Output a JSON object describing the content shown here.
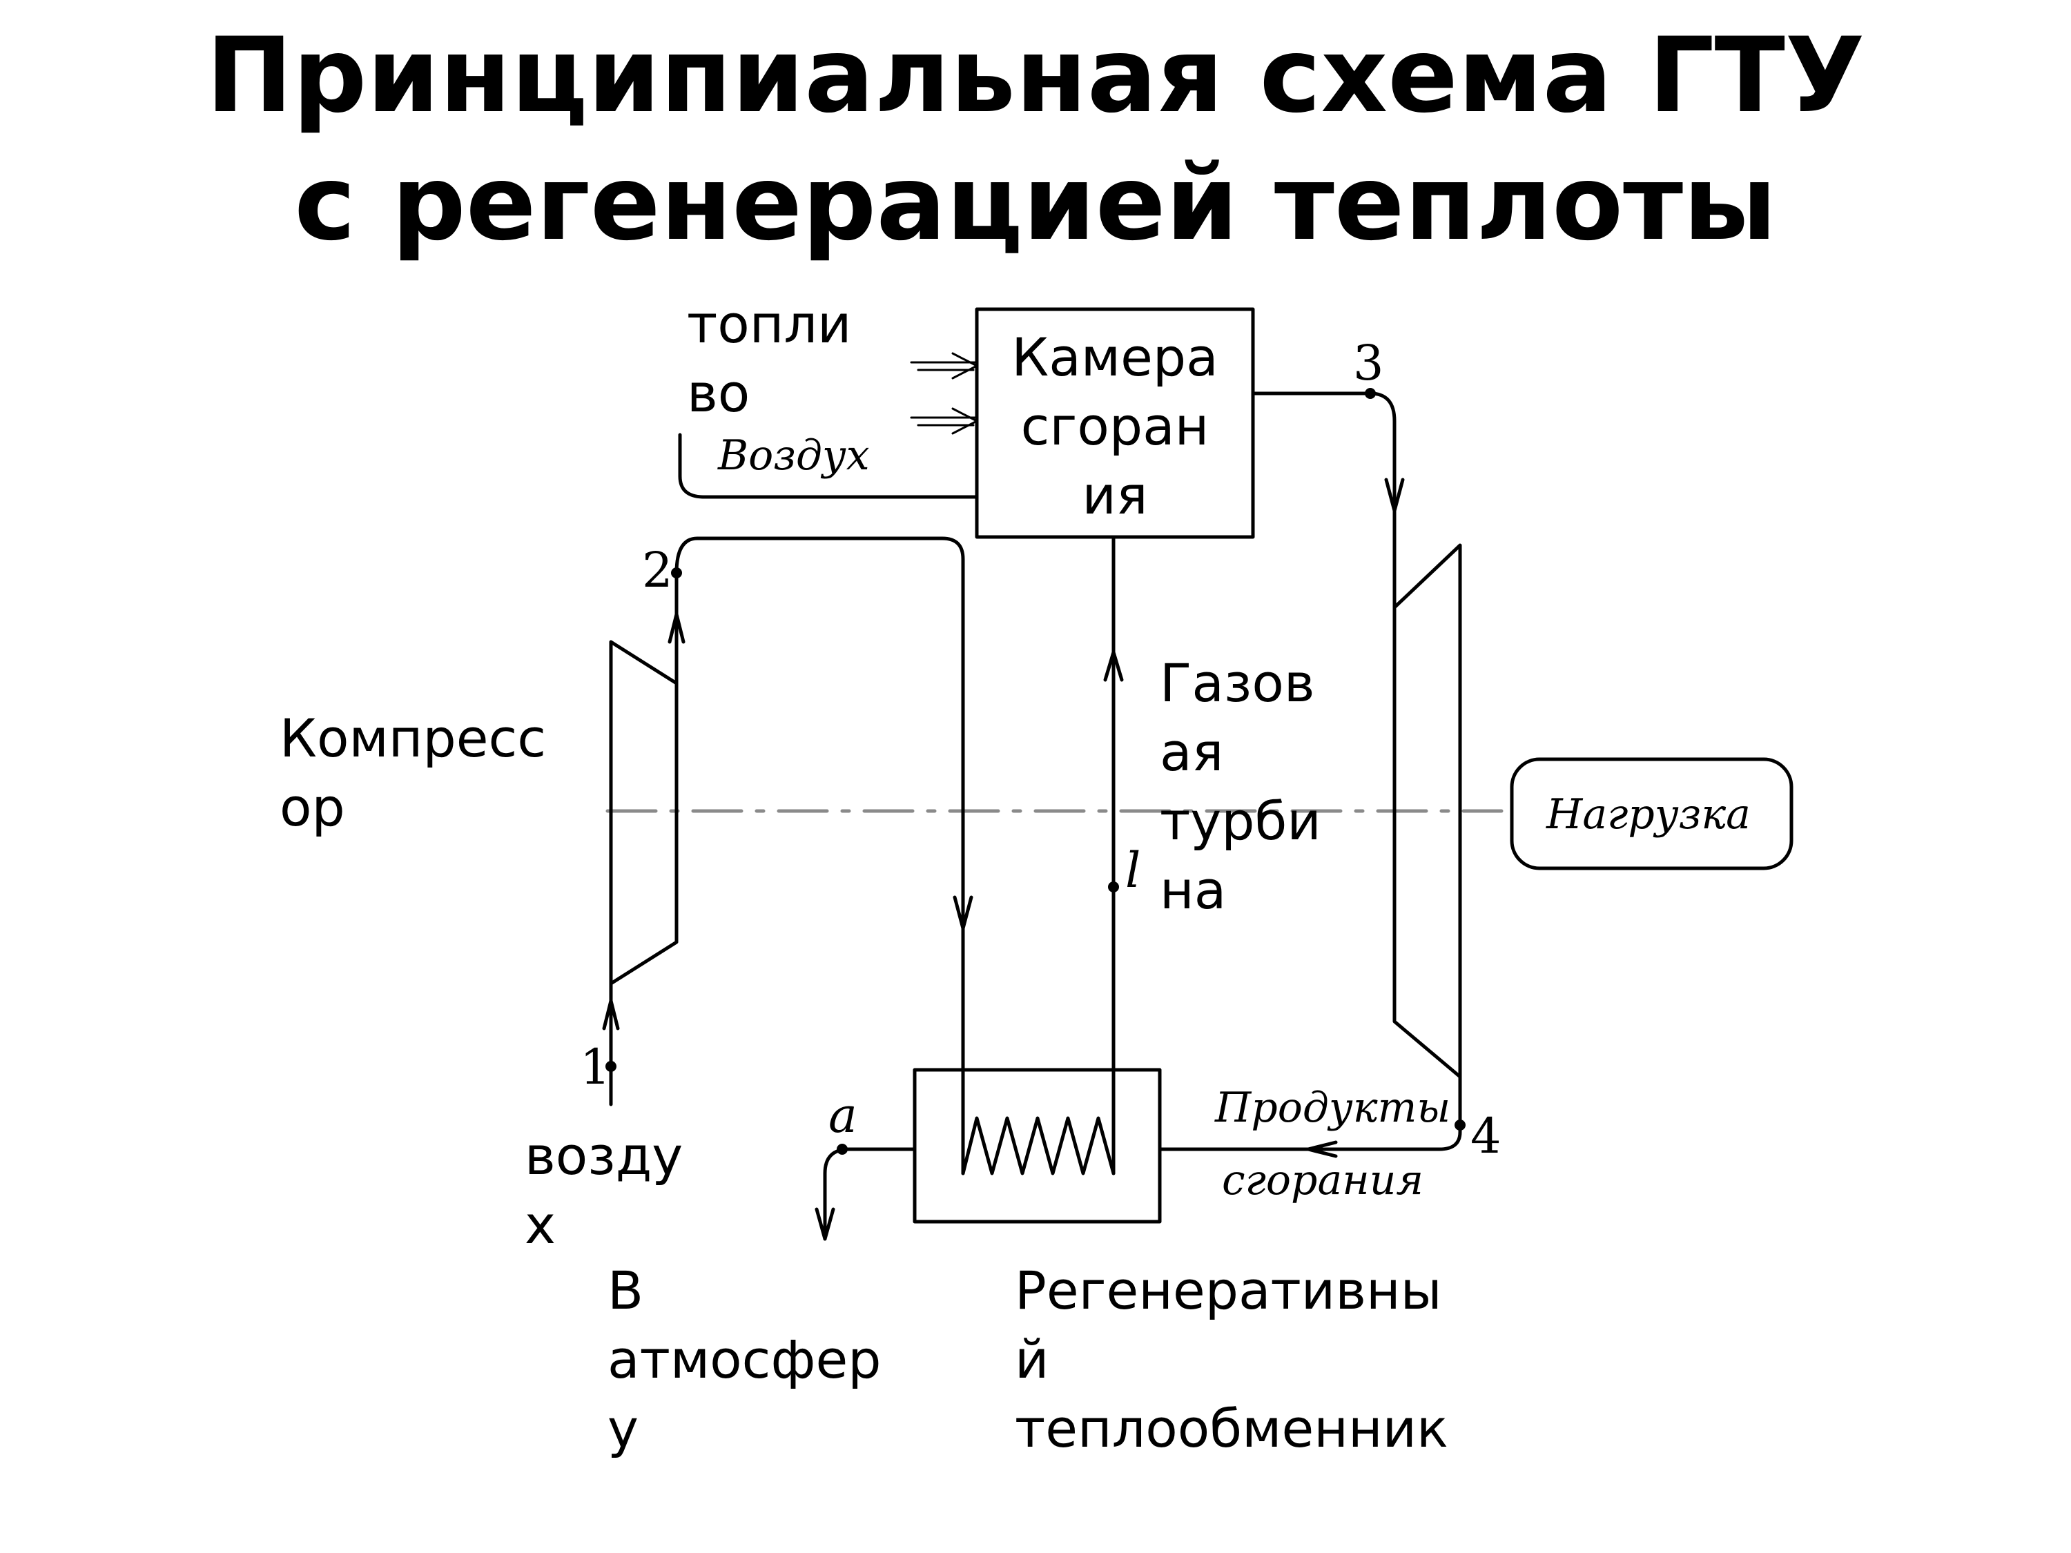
{
  "title": {
    "line1": "Принципиальная схема ГТУ",
    "line2": "с регенерацией теплоты"
  },
  "labels": {
    "fuel_1": "топли",
    "fuel_2": "во",
    "chamber_1": "Камера",
    "chamber_2": "сгоран",
    "chamber_3": "ия",
    "compressor_1": "Компресс",
    "compressor_2": "ор",
    "turbine_1": "Газов",
    "turbine_2": "ая",
    "turbine_3": "турби",
    "turbine_4": "на",
    "air_1": "возду",
    "air_2": "х",
    "atmosphere_1": "В",
    "atmosphere_2": "атмосфер",
    "atmosphere_3": "у",
    "regenerator_1": "Регенеративны",
    "regenerator_2": "й",
    "regenerator_3": "теплообменник"
  },
  "diagram_text": {
    "air_inlet": "Воздух",
    "load": "Нагрузка",
    "products_1": "Продукты",
    "products_2": "сгорания",
    "point_1": "1",
    "point_2": "2",
    "point_3": "3",
    "point_4": "4",
    "point_a": "a",
    "point_l": "l"
  },
  "colors": {
    "line": "#000000",
    "shaft": "#8a8a8a"
  }
}
